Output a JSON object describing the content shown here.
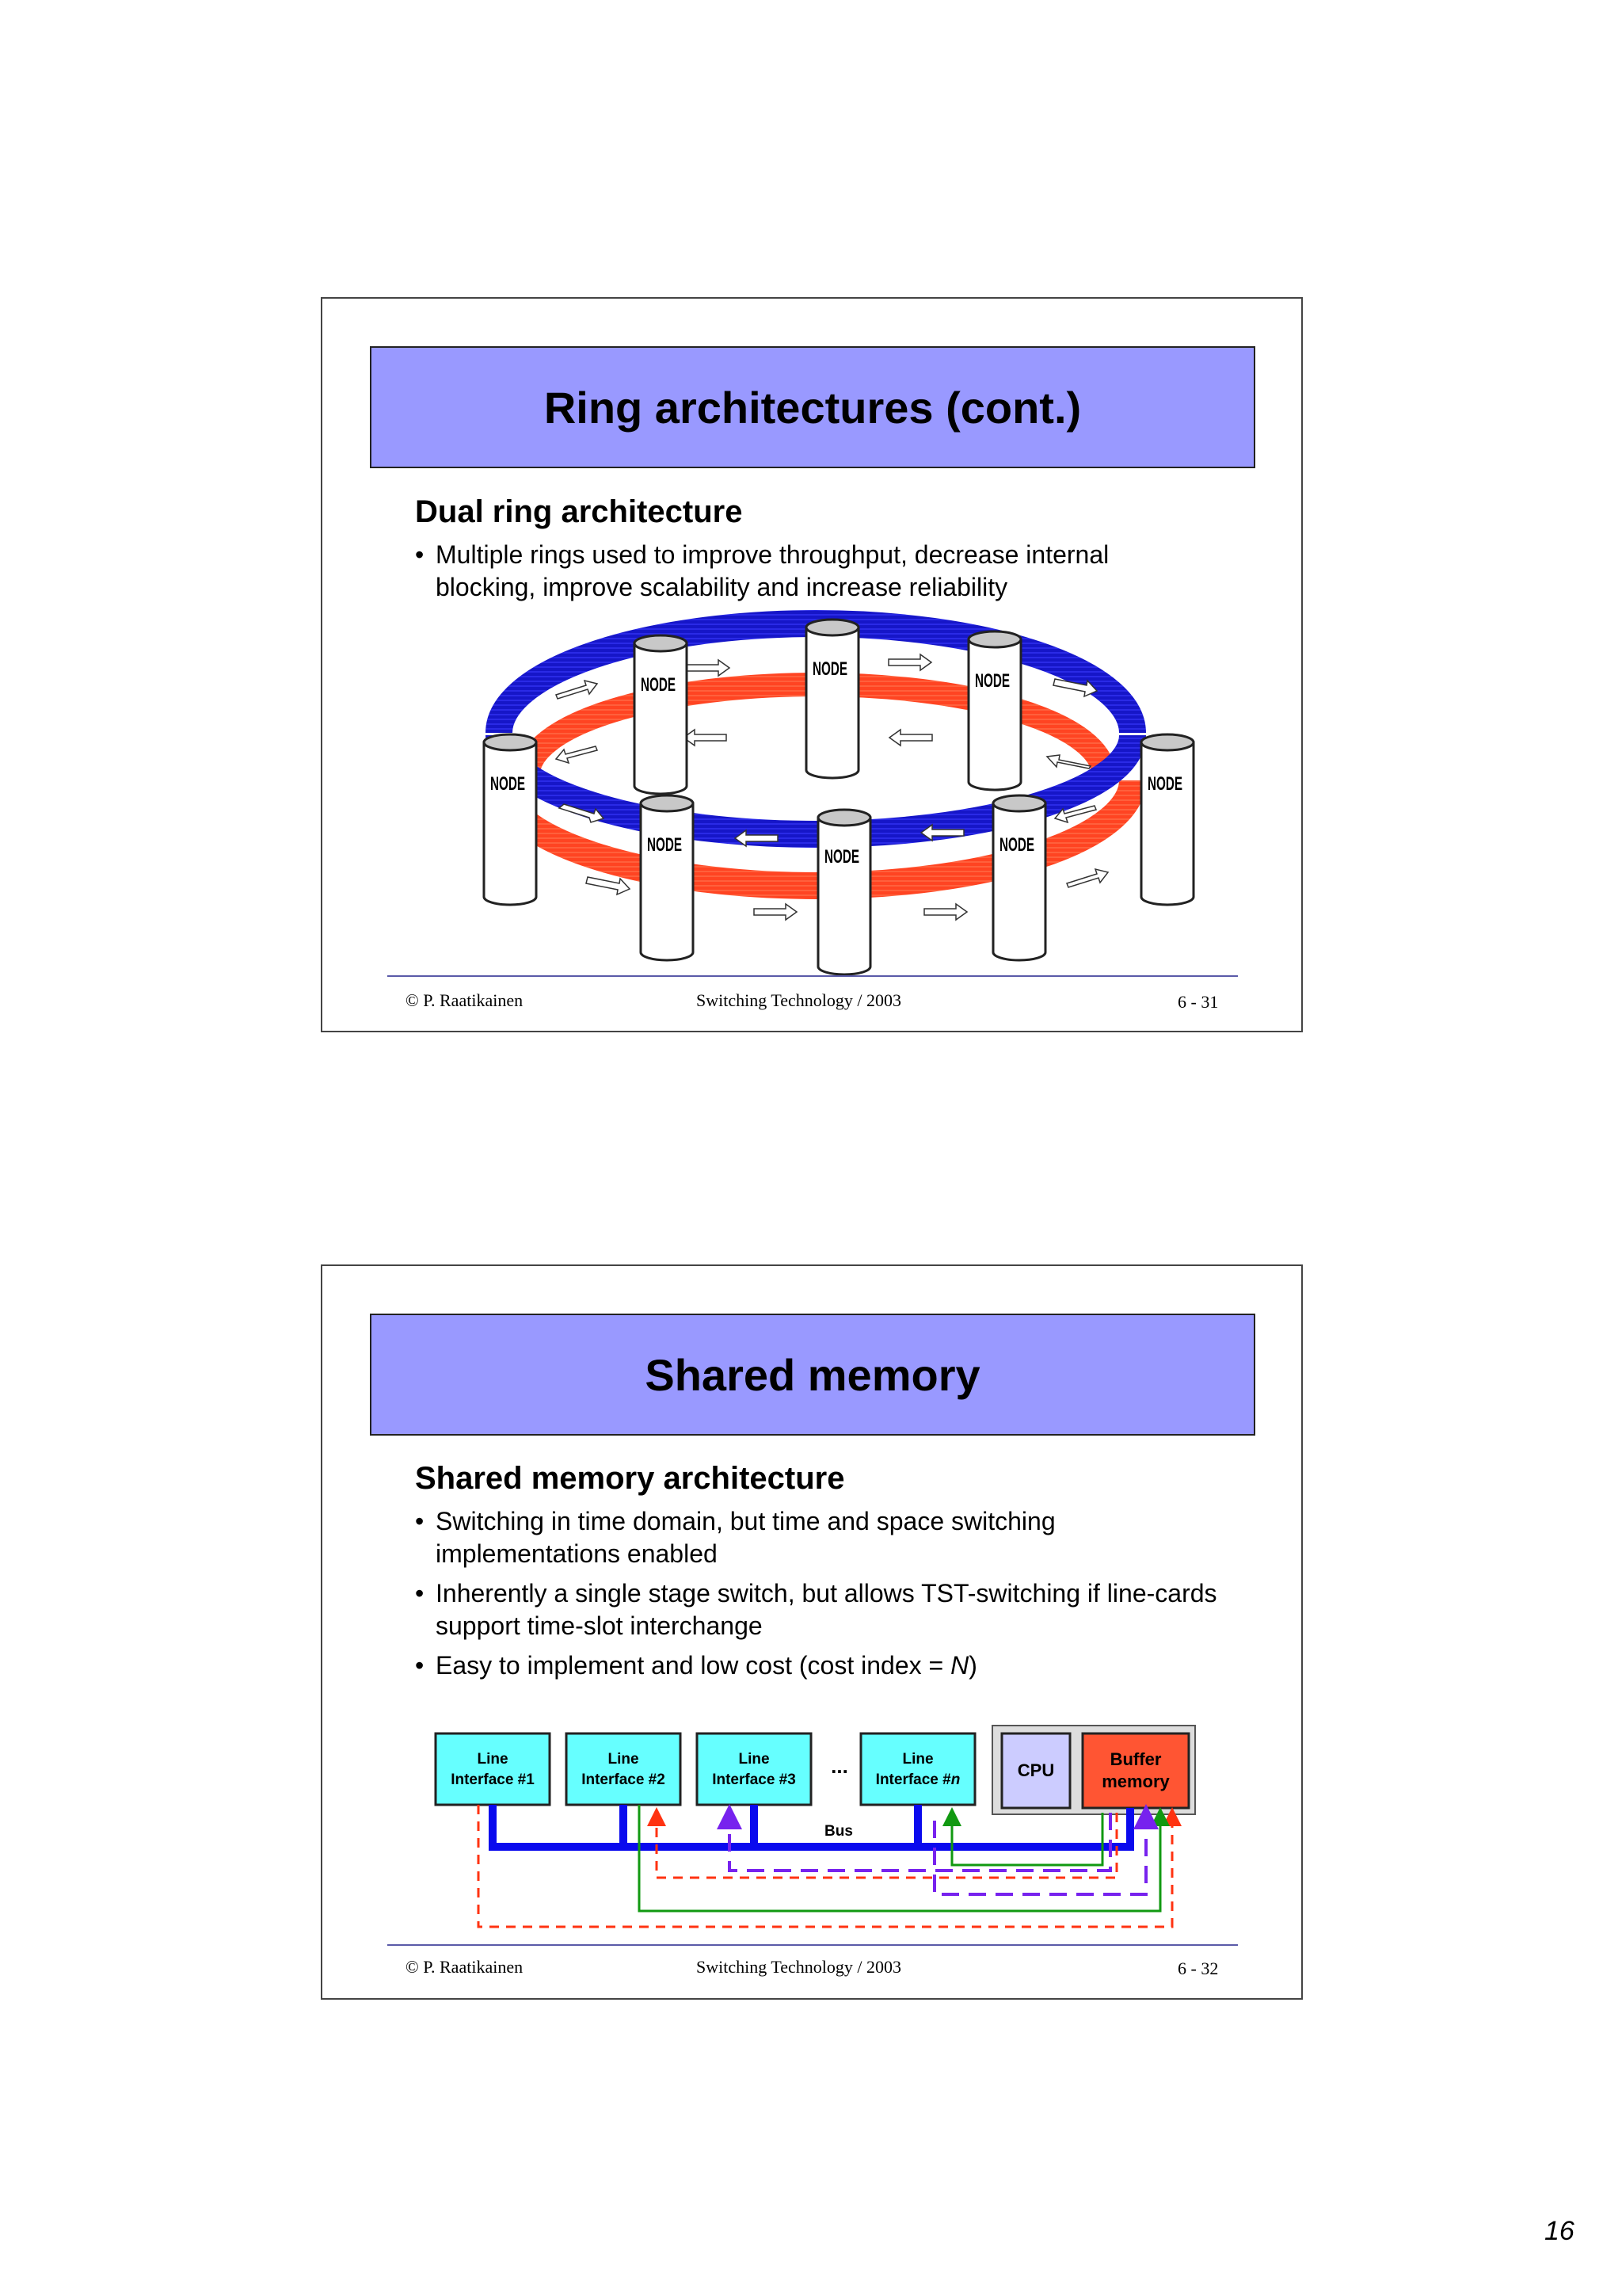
{
  "page_number": "16",
  "slide1": {
    "title": "Ring architectures (cont.)",
    "subtitle": "Dual ring architecture",
    "bullets": [
      "Multiple rings used to improve throughput, decrease internal blocking, improve scalability and increase reliability"
    ],
    "node_label": "NODE",
    "ring_colors": {
      "outer": "#1a1acc",
      "inner": "#ff4422"
    },
    "footer": {
      "author": "©  P. Raatikainen",
      "course": "Switching Technology  / 2003",
      "page": "6 - 31"
    }
  },
  "slide2": {
    "title": "Shared memory",
    "subtitle": "Shared memory architecture",
    "bullets": [
      "Switching in time domain, but time and space switching implementations enabled",
      "Inherently a single stage switch, but allows TST-switching if line-cards support time-slot interchange",
      "Easy to implement and low cost (cost index = N)"
    ],
    "bullet3_prefix": "Easy to implement and low cost (cost index = ",
    "bullet3_var": "N",
    "bullet3_suffix": ")",
    "diagram": {
      "line_top": "Line",
      "interfaces": [
        "Interface #1",
        "Interface #2",
        "Interface #3"
      ],
      "interface_n_prefix": "Interface #",
      "interface_n_var": "n",
      "ellipsis": "...",
      "cpu": "CPU",
      "buffer_1": "Buffer",
      "buffer_2": "memory",
      "bus": "Bus",
      "colors": {
        "line_card": "#66ffff",
        "cpu": "#ccccff",
        "buffer": "#ff5533",
        "bus": "#0a0aee"
      }
    },
    "footer": {
      "author": "©  P. Raatikainen",
      "course": "Switching Technology  / 2003",
      "page": "6 - 32"
    }
  }
}
